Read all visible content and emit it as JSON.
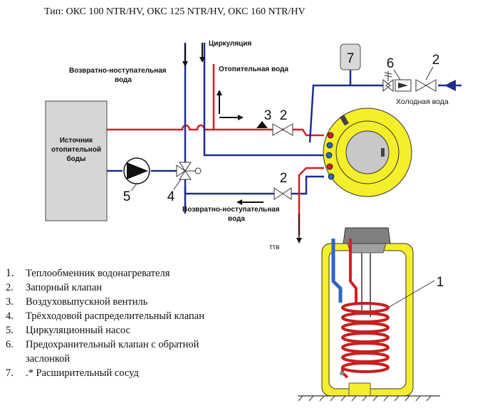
{
  "title": "Тип: ОКС 100 NTR/HV, ОКС 125 NTR/HV, ОКС 160 NTR/HV",
  "labels": {
    "circulation": "Циркуляция",
    "heating_water": "Отопительная вода",
    "return_top": [
      "Возвратно-ноступательная",
      "вода"
    ],
    "return_bottom": [
      "Возвратно-ноступательная",
      "вода"
    ],
    "cold_water": "Холодная вода",
    "source": [
      "Иcточник",
      "отопительной",
      "боды"
    ],
    "ttv": "ттв"
  },
  "callouts": {
    "n1": "1",
    "n2a": "2",
    "n2b": "2",
    "n2c": "2",
    "n3": "3",
    "n4": "4",
    "n5": "5",
    "n6": "6",
    "n7": "7"
  },
  "legend": [
    {
      "num": "1.",
      "text": "Теплообменник водонагревателя"
    },
    {
      "num": "2.",
      "text": "Запорный клапан"
    },
    {
      "num": "3.",
      "text": "Воздуховыпускной вентиль"
    },
    {
      "num": "4.",
      "text": "Трёхходовой распределительный клапан"
    },
    {
      "num": "5.",
      "text": "Циркуляционный насос"
    },
    {
      "num": "6.",
      "text": "Предохранительный клапан с обратной заслонкой"
    },
    {
      "num": "7.",
      "text": ".* Расширительный сосуд"
    }
  ],
  "colors": {
    "hot": "#d41f26",
    "cold": "#1e2e8c",
    "tank": "#f5ee2a",
    "grey": "#d0d0d0"
  }
}
